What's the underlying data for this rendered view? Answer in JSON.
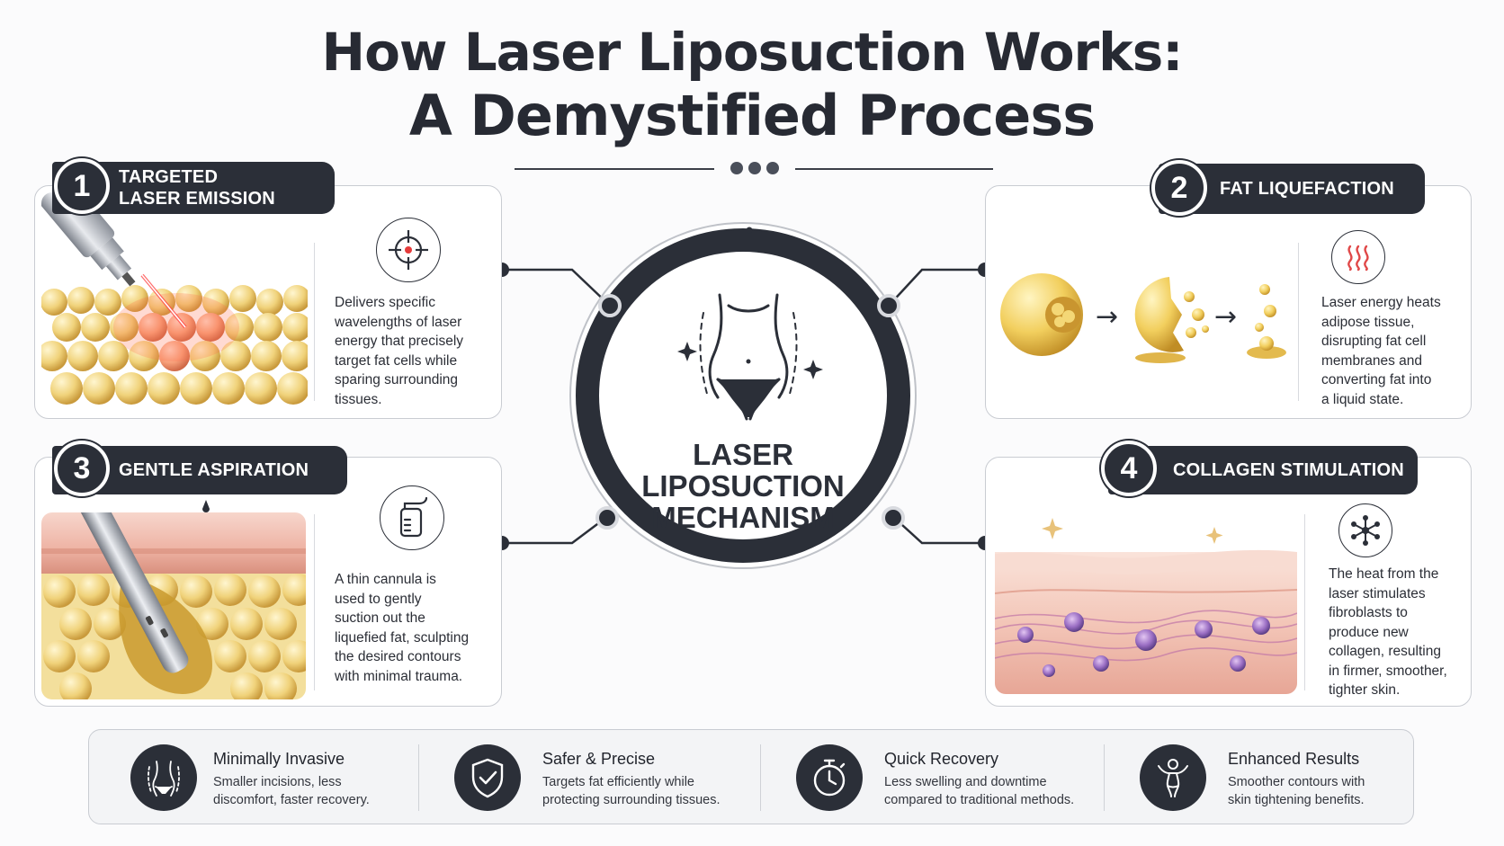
{
  "title": {
    "line1": "How Laser Liposuction Works:",
    "line2": "A Demystified Process"
  },
  "center": {
    "label_line1": "LASER",
    "label_line2": "LIPOSUCTION",
    "label_line3": "MECHANISM",
    "icon": "body-silhouette-icon"
  },
  "steps": [
    {
      "number": "1",
      "title_line1": "TARGETED",
      "title_line2": "LASER EMISSION",
      "icon": "target-crosshair-icon",
      "text": [
        "Delivers specific",
        "wavelengths of laser",
        "energy that precisely",
        "target fat cells while",
        "sparing surrounding",
        "tissues."
      ]
    },
    {
      "number": "2",
      "title_line1": "FAT LIQUEFACTION",
      "icon": "heat-waves-icon",
      "text": [
        "Laser energy heats",
        "adipose tissue,",
        "disrupting fat cell",
        "membranes and",
        "converting fat into",
        "a liquid state."
      ]
    },
    {
      "number": "3",
      "title_line1": "GENTLE ASPIRATION",
      "icon": "suction-canister-icon",
      "text": [
        "A thin cannula is",
        "used to gently",
        "suction out the",
        "liquefied fat, sculpting",
        "the desired contours",
        "with minimal trauma."
      ]
    },
    {
      "number": "4",
      "title_line1": "COLLAGEN STIMULATION",
      "icon": "molecule-network-icon",
      "text": [
        "The heat from the",
        "laser stimulates",
        "fibroblasts to",
        "produce new",
        "collagen, resulting",
        "in firmer, smoother,",
        "tighter skin."
      ]
    }
  ],
  "benefits": [
    {
      "title": "Minimally Invasive",
      "desc1": "Smaller incisions, less",
      "desc2": "discomfort, faster recovery.",
      "icon": "waist-outline-icon"
    },
    {
      "title": "Safer & Precise",
      "desc1": "Targets fat efficiently while",
      "desc2": "protecting surrounding tissues.",
      "icon": "shield-check-icon"
    },
    {
      "title": "Quick Recovery",
      "desc1": "Less swelling and downtime",
      "desc2": "compared to traditional methods.",
      "icon": "stopwatch-icon"
    },
    {
      "title": "Enhanced Results",
      "desc1": "Smoother contours with",
      "desc2": "skin tightening benefits.",
      "icon": "figure-outline-icon"
    }
  ],
  "colors": {
    "dark": "#2b2f38",
    "fat": "#f0d27a",
    "skin": "#f2c4b8",
    "laser": "#ff4a4a",
    "fibroblast": "#9b6fc4"
  }
}
